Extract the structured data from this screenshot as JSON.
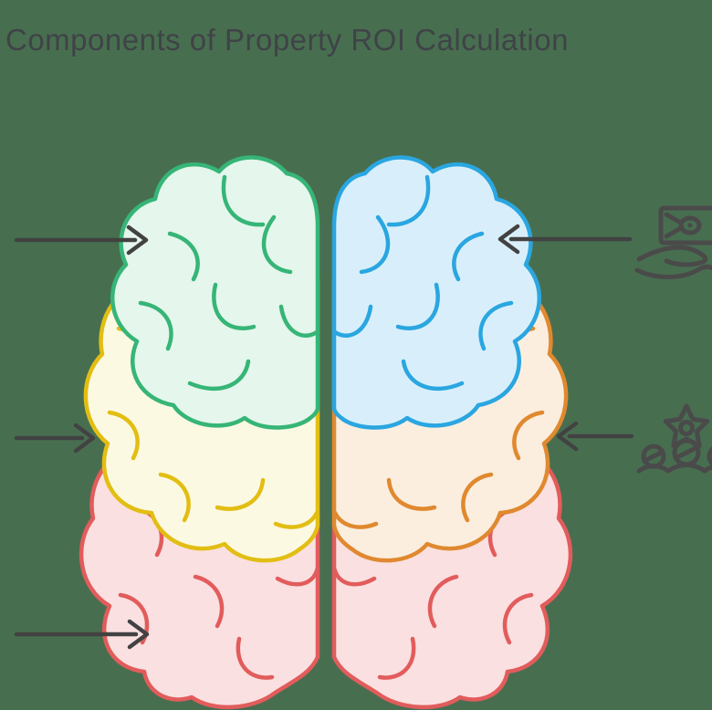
{
  "header": {
    "title": "Components of Property ROI Calculation"
  },
  "colors": {
    "background": "#486E50",
    "title_text": "#3F4347",
    "arrow": "#424242",
    "icon": "#4A4A4A",
    "green_stroke": "#36B577",
    "green_fill": "#E5F6EC",
    "blue_stroke": "#2AA6E0",
    "blue_fill": "#D8EFFB",
    "yellow_stroke": "#E2BE13",
    "yellow_fill": "#FCF9E3",
    "orange_stroke": "#E0892F",
    "orange_fill": "#FBEEDF",
    "pink_stroke": "#E25C5C",
    "pink_fill": "#FAE0E1"
  },
  "diagram": {
    "type": "brain-mindmap",
    "brain_lobes": [
      {
        "name": "frontal-left",
        "color": "green"
      },
      {
        "name": "frontal-right",
        "color": "blue"
      },
      {
        "name": "middle-left",
        "color": "yellow"
      },
      {
        "name": "middle-right",
        "color": "orange"
      },
      {
        "name": "lower-left",
        "color": "pink"
      },
      {
        "name": "lower-right",
        "color": "pink"
      }
    ],
    "arrows": [
      {
        "name": "arrow-left-top",
        "direction": "right"
      },
      {
        "name": "arrow-left-middle",
        "direction": "right"
      },
      {
        "name": "arrow-left-bottom",
        "direction": "right"
      },
      {
        "name": "arrow-right-top",
        "direction": "left"
      },
      {
        "name": "arrow-right-middle",
        "direction": "left"
      }
    ],
    "icons": [
      {
        "name": "money-in-hand-icon",
        "position": "right-top"
      },
      {
        "name": "flower-seeds-icon",
        "position": "right-middle"
      }
    ]
  }
}
